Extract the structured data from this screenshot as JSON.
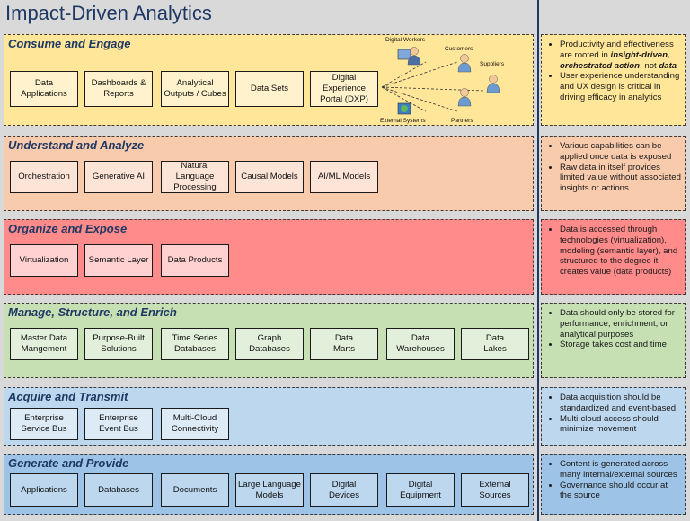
{
  "title": "Impact-Driven Analytics",
  "colors": {
    "navy": "#1f3864"
  },
  "layers": [
    {
      "key": "consume",
      "title": "Consume and Engage",
      "boxes": [
        "Data\nApplications",
        "Dashboards &\nReports",
        "Analytical\nOutputs / Cubes",
        "Data Sets",
        "Digital\nExperience\nPortal (DXP)"
      ],
      "diagram_labels": [
        "Digital Workers",
        "Customers",
        "Suppliers",
        "External Systems",
        "Partners"
      ],
      "notes": [
        {
          "parts": [
            "Productivity and effectiveness are rooted in ",
            "insight-driven, orchestrated action",
            ", not ",
            "data"
          ]
        },
        {
          "parts": [
            "User experience understanding and UX design is critical in driving efficacy in analytics"
          ]
        }
      ]
    },
    {
      "key": "understand",
      "title": "Understand and Analyze",
      "boxes": [
        "Orchestration",
        "Generative AI",
        "Natural\nLanguage\nProcessing",
        "Causal Models",
        "AI/ML Models"
      ],
      "notes": [
        {
          "parts": [
            "Various capabilities can be applied once data is exposed"
          ]
        },
        {
          "parts": [
            "Raw data in itself provides limited value without associated insights or actions"
          ]
        }
      ]
    },
    {
      "key": "organize",
      "title": "Organize and Expose",
      "boxes": [
        "Virtualization",
        "Semantic Layer",
        "Data Products"
      ],
      "notes": [
        {
          "parts": [
            "Data is accessed through technologies (virtualization), modeling (semantic layer), and structured to the degree it creates value (data products)"
          ]
        }
      ]
    },
    {
      "key": "manage",
      "title": "Manage, Structure, and Enrich",
      "boxes": [
        "Master Data\nMangement",
        "Purpose-Built\nSolutions",
        "Time Series\nDatabases",
        "Graph\nDatabases",
        "Data\nMarts",
        "Data\nWarehouses",
        "Data\nLakes"
      ],
      "notes": [
        {
          "parts": [
            "Data should only be stored for performance, enrichment, or analytical purposes"
          ]
        },
        {
          "parts": [
            "Storage takes cost and time"
          ]
        }
      ]
    },
    {
      "key": "acquire",
      "title": "Acquire and Transmit",
      "boxes": [
        "Enterprise\nService Bus",
        "Enterprise\nEvent Bus",
        "Multi-Cloud\nConnectivity"
      ],
      "notes": [
        {
          "parts": [
            "Data acquisition should be standardized and event-based"
          ]
        },
        {
          "parts": [
            "Multi-cloud access should minimize movement"
          ]
        }
      ]
    },
    {
      "key": "generate",
      "title": "Generate and Provide",
      "boxes": [
        "Applications",
        "Databases",
        "Documents",
        "Large Language\nModels",
        "Digital\nDevices",
        "Digital\nEquipment",
        "External\nSources"
      ],
      "notes": [
        {
          "parts": [
            "Content is generated across many internal/external sources"
          ]
        },
        {
          "parts": [
            "Governance should occur at the source"
          ]
        }
      ]
    }
  ]
}
